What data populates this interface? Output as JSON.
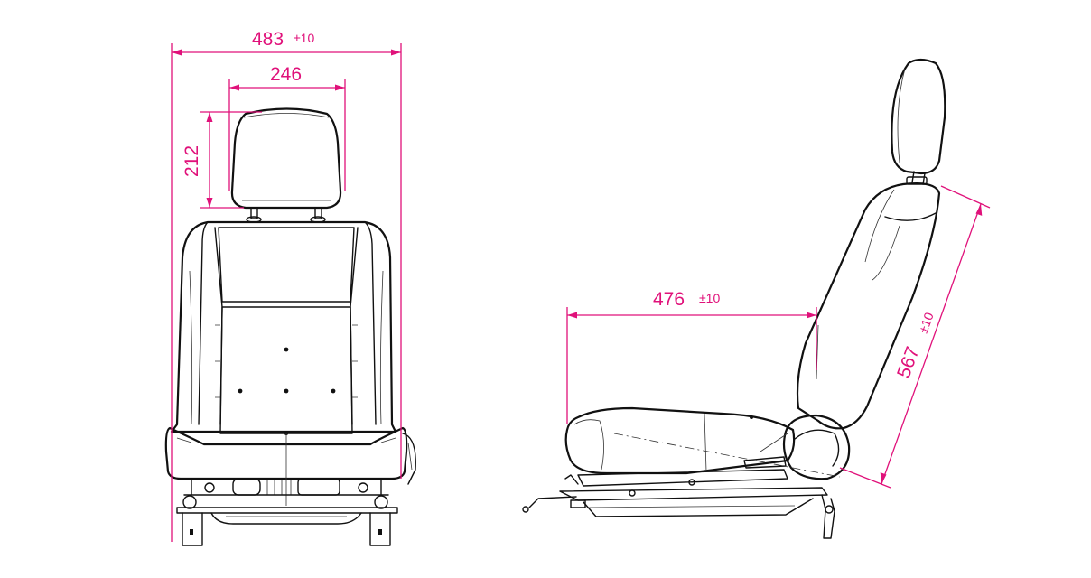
{
  "front_view": {
    "overall_width": {
      "value": "483",
      "tolerance": "±10"
    },
    "headrest_width": {
      "value": "246"
    },
    "headrest_height": {
      "value": "212"
    }
  },
  "side_view": {
    "seat_depth": {
      "value": "476",
      "tolerance": "±10"
    },
    "back_height": {
      "value": "567",
      "tolerance": "±10"
    }
  },
  "colors": {
    "dimension": "#e0117a",
    "outline": "#111111"
  }
}
